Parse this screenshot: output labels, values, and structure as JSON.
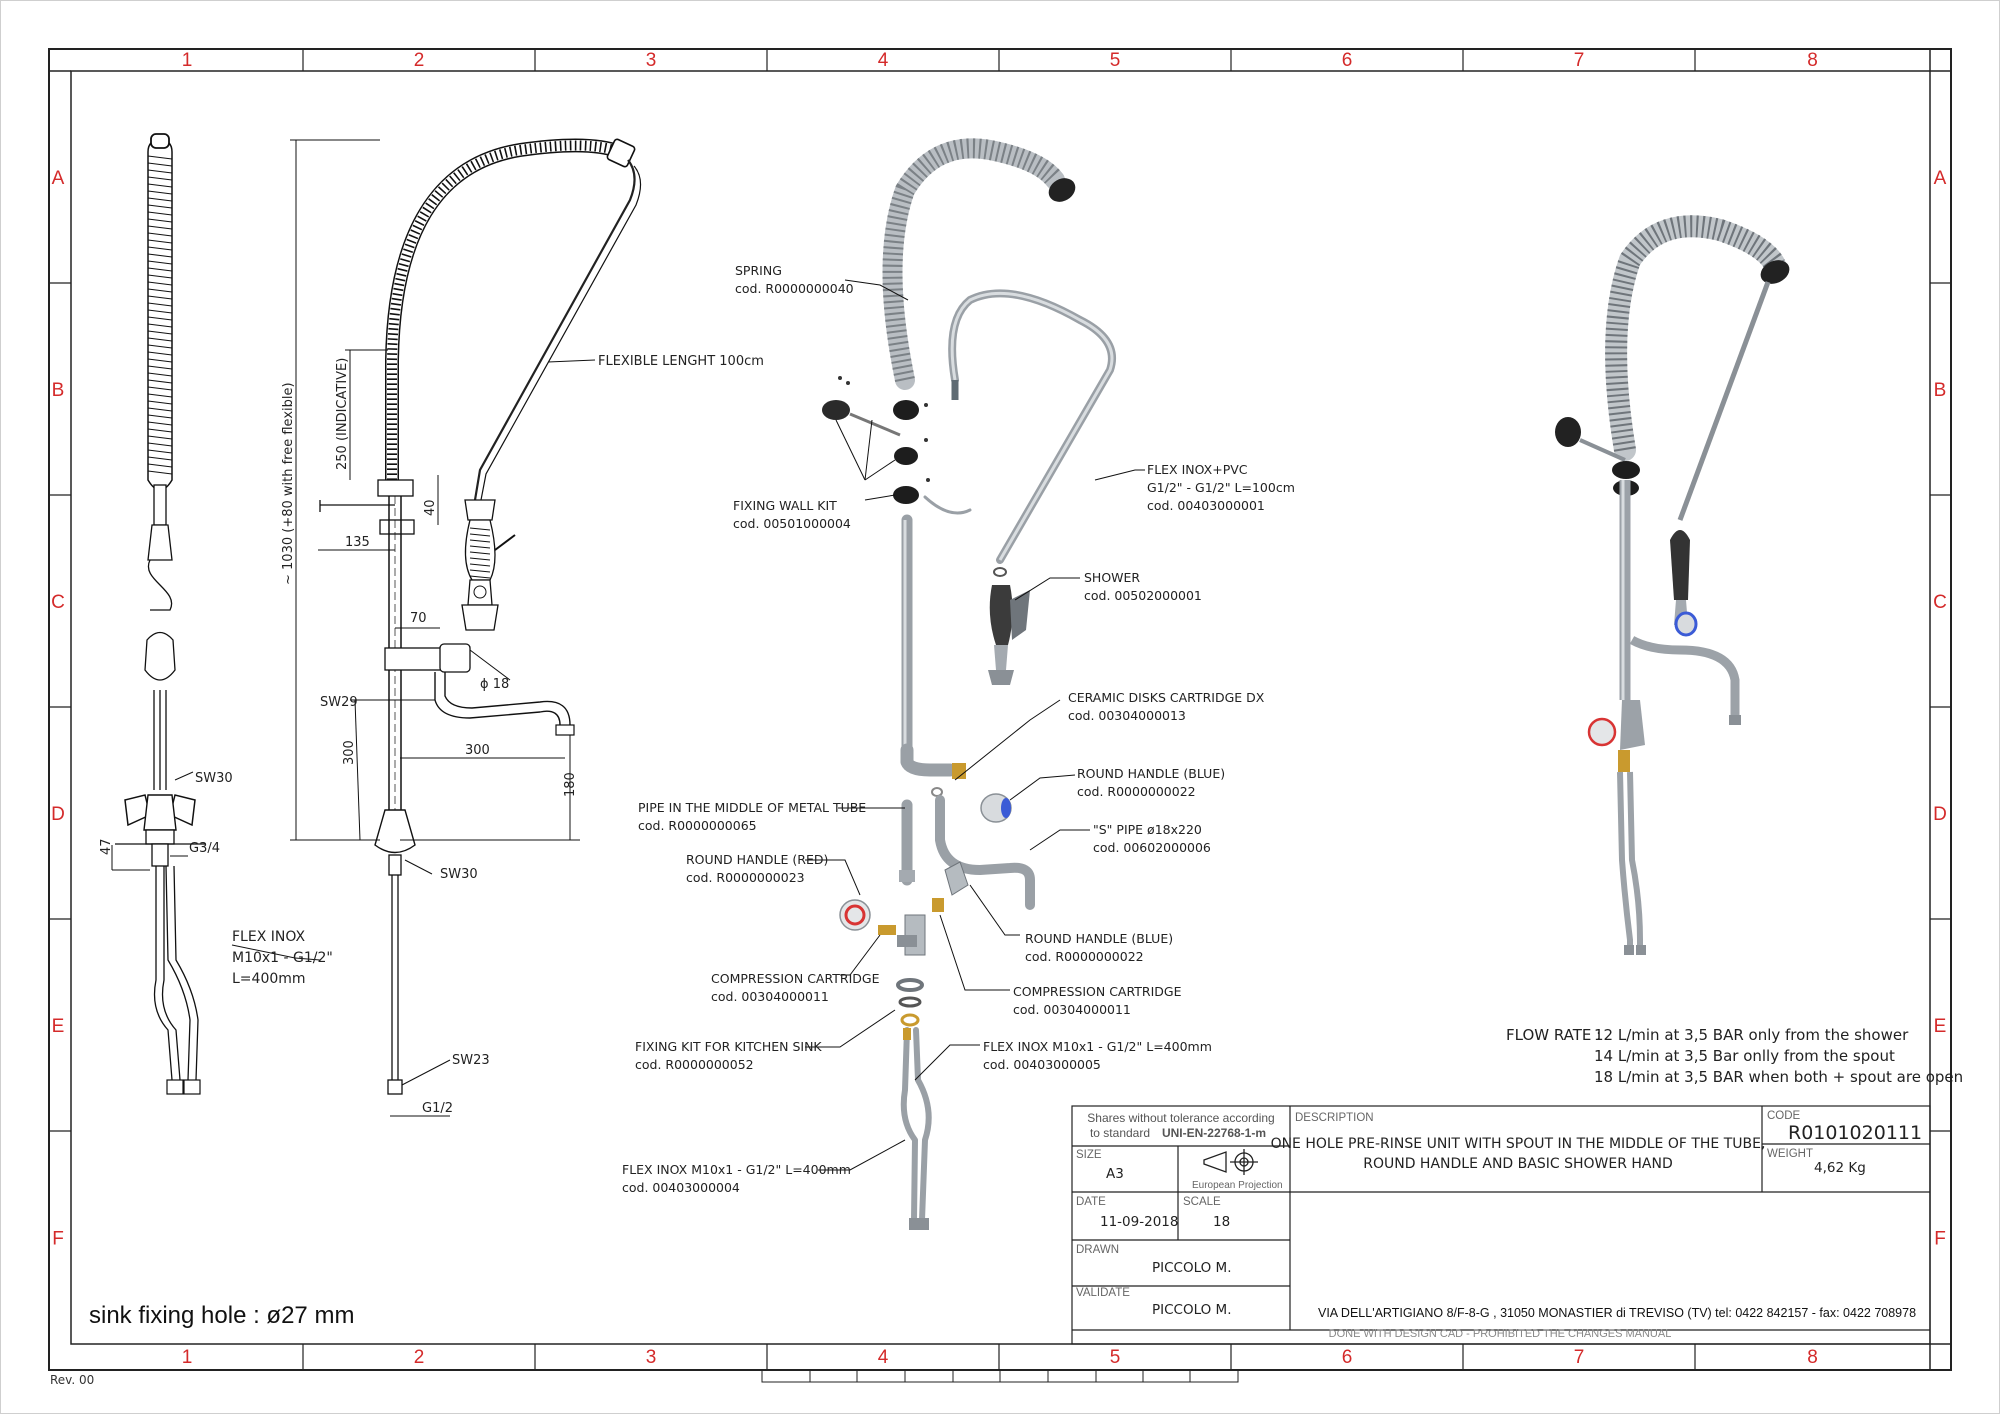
{
  "zones": {
    "columns": [
      "1",
      "2",
      "3",
      "4",
      "5",
      "6",
      "7",
      "8"
    ],
    "rows": [
      "A",
      "B",
      "C",
      "D",
      "E",
      "F"
    ]
  },
  "side_view": {
    "labels": {
      "sw30": "SW30",
      "g34": "G3/4",
      "dim47": "47",
      "flex_line1": "FLEX INOX",
      "flex_line2": "M10x1 - G1/2\"",
      "flex_line3": "L=400mm"
    }
  },
  "front_view": {
    "labels": {
      "total_height": "~ 1030 (+80 with free flexible)",
      "indicative": "250 (INDICATIVE)",
      "dim40": "40",
      "dim135": "135",
      "dim70": "70",
      "phi18": "ϕ 18",
      "sw29": "SW29",
      "dim300v": "300",
      "dim300h": "300",
      "dim180": "180",
      "sw30": "SW30",
      "sw23": "SW23",
      "g12": "G1/2",
      "flexible_length": "FLEXIBLE LENGHT 100cm"
    }
  },
  "exploded": {
    "parts": [
      {
        "name": "SPRING",
        "code": "cod. R0000000040"
      },
      {
        "name": "FIXING WALL KIT",
        "code": "cod. 00501000004"
      },
      {
        "name": "FLEX INOX+PVC",
        "spec": "G1/2\" - G1/2\" L=100cm",
        "code": "cod. 00403000001"
      },
      {
        "name": "SHOWER",
        "code": "cod. 00502000001"
      },
      {
        "name": "CERAMIC DISKS CARTRIDGE DX",
        "code": "cod. 00304000013"
      },
      {
        "name": "ROUND HANDLE (BLUE)",
        "code": "cod. R0000000022"
      },
      {
        "name": "PIPE IN THE MIDDLE OF METAL TUBE",
        "code": "cod. R0000000065"
      },
      {
        "name": "\"S\" PIPE ø18x220",
        "code": "cod. 00602000006"
      },
      {
        "name": "ROUND HANDLE (RED)",
        "code": "cod. R0000000023"
      },
      {
        "name": "ROUND HANDLE (BLUE)",
        "code": "cod. R0000000022"
      },
      {
        "name": "COMPRESSION CARTRIDGE",
        "code": "cod. 00304000011"
      },
      {
        "name": "COMPRESSION CARTRIDGE",
        "code": "cod. 00304000011"
      },
      {
        "name": "FIXING KIT FOR KITCHEN SINK",
        "code": "cod. R0000000052"
      },
      {
        "name": "FLEX INOX M10x1 - G1/2\" L=400mm",
        "code": "cod. 00403000005"
      },
      {
        "name": "FLEX INOX M10x1 - G1/2\" L=400mm",
        "code": "cod. 00403000004"
      }
    ]
  },
  "flow_rate": {
    "label": "FLOW RATE :",
    "lines": [
      "12 L/min at 3,5 BAR only from the shower",
      "14 L/min at 3,5 Bar onlly from the spout",
      "18 L/min at 3,5 BAR when both + spout are open"
    ]
  },
  "sink_note": "sink fixing hole : ø27 mm",
  "revision": "Rev. 00",
  "title_block": {
    "standard_line1": "Shares without tolerance according",
    "standard_line2_prefix": "to standard",
    "standard_line2_code": "UNI-EN-22768-1-m",
    "description_label": "DESCRIPTION",
    "description_line1": "ONE HOLE PRE-RINSE UNIT WITH SPOUT IN THE MIDDLE OF THE TUBE,",
    "description_line2": "ROUND HANDLE AND BASIC SHOWER HAND",
    "code_label": "CODE",
    "code_value": "R0101020111",
    "weight_label": "WEIGHT",
    "weight_value": "4,62 Kg",
    "size_label": "SIZE",
    "size_value": "A3",
    "projection_label": "European Projection",
    "date_label": "DATE",
    "date_value": "11-09-2018",
    "scale_label": "SCALE",
    "scale_value": "18",
    "drawn_label": "DRAWN",
    "drawn_value": "PICCOLO M.",
    "validate_label": "VALIDATE",
    "validate_value": "PICCOLO M.",
    "address": "VIA DELL'ARTIGIANO 8/F-8-G , 31050 MONASTIER di TREVISO (TV) tel: 0422 842157 - fax: 0422 708978",
    "footer": "DONE WITH DESIGN CAD - PROHIBITED THE CHANGES MANUAL"
  }
}
